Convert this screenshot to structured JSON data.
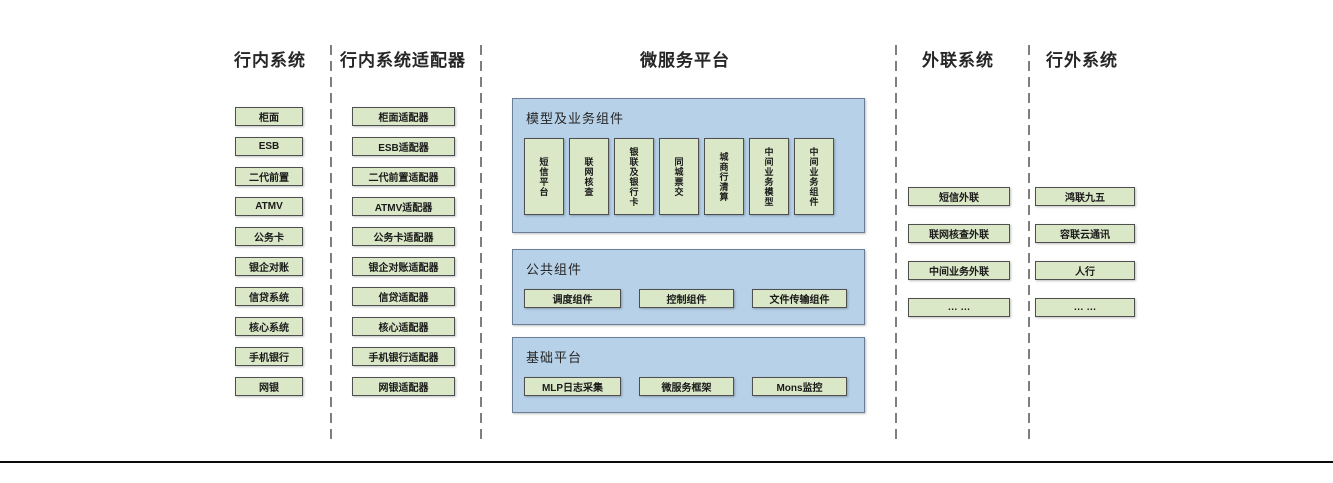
{
  "headers": {
    "internal": "行内系统",
    "adapters": "行内系统适配器",
    "platform": "微服务平台",
    "external_link": "外联系统",
    "outside": "行外系统"
  },
  "internal_systems": [
    "柜面",
    "ESB",
    "二代前置",
    "ATMV",
    "公务卡",
    "银企对账",
    "信贷系统",
    "核心系统",
    "手机银行",
    "网银"
  ],
  "adapter_systems": [
    "柜面适配器",
    "ESB适配器",
    "二代前置适配器",
    "ATMV适配器",
    "公务卡适配器",
    "银企对账适配器",
    "信贷适配器",
    "核心适配器",
    "手机银行适配器",
    "网银适配器"
  ],
  "platform_panels": {
    "model_business": {
      "label": "模型及业务组件",
      "items": [
        "短信平台",
        "联网核查",
        "银联及银行卡",
        "同城票交",
        "城商行清算",
        "中间业务模型",
        "中间业务组件"
      ]
    },
    "common": {
      "label": "公共组件",
      "items": [
        "调度组件",
        "控制组件",
        "文件传输组件"
      ]
    },
    "base": {
      "label": "基础平台",
      "items": [
        "MLP日志采集",
        "微服务框架",
        "Mons监控"
      ]
    }
  },
  "external_link_systems": [
    "短信外联",
    "联网核查外联",
    "中间业务外联",
    "… …"
  ],
  "outside_systems": [
    "鸿联九五",
    "容联云通讯",
    "人行",
    "… …"
  ],
  "colors": {
    "green_fill": "#dbe8c8",
    "green_border": "#4f4f4f",
    "blue_fill": "#b7d1e8",
    "blue_border": "#6a7f96",
    "separator": "#7f7f7f",
    "bottom_rule": "#0a0a0a"
  }
}
